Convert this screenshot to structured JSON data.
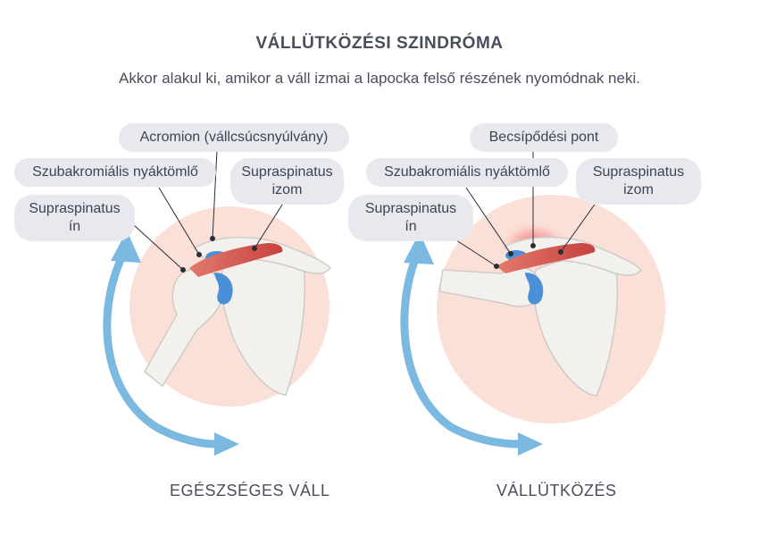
{
  "title": "VÁLLÜTKÖZÉSI SZINDRÓMA",
  "subtitle": "Akkor alakul ki, amikor a váll izmai a lapocka felső részének nyomódnak neki.",
  "healthy": {
    "caption": "EGÉSZSÉGES VÁLL",
    "labels": {
      "acromion": "Acromion (vállcsúcsnyúlvány)",
      "bursa": "Szubakromiális nyáktömlő",
      "muscle_1": "Supraspinatus",
      "muscle_2": "izom",
      "tendon_1": "Supraspinatus",
      "tendon_2": "ín"
    }
  },
  "impingement": {
    "caption": "VÁLLÜTKÖZÉS",
    "labels": {
      "pinch": "Becsípődési pont",
      "bursa": "Szubakromiális nyáktömlő",
      "muscle_1": "Supraspinatus",
      "muscle_2": "izom",
      "tendon_1": "Supraspinatus",
      "tendon_2": "ín"
    }
  },
  "colors": {
    "circle": "#fbe0d8",
    "arrow": "#7cb9e0",
    "label_bg": "#e8e9ef",
    "text": "#4a4e5c",
    "muscle": "#d9534f",
    "bursa": "#4a90d9",
    "bone": "#f3f1ee"
  }
}
